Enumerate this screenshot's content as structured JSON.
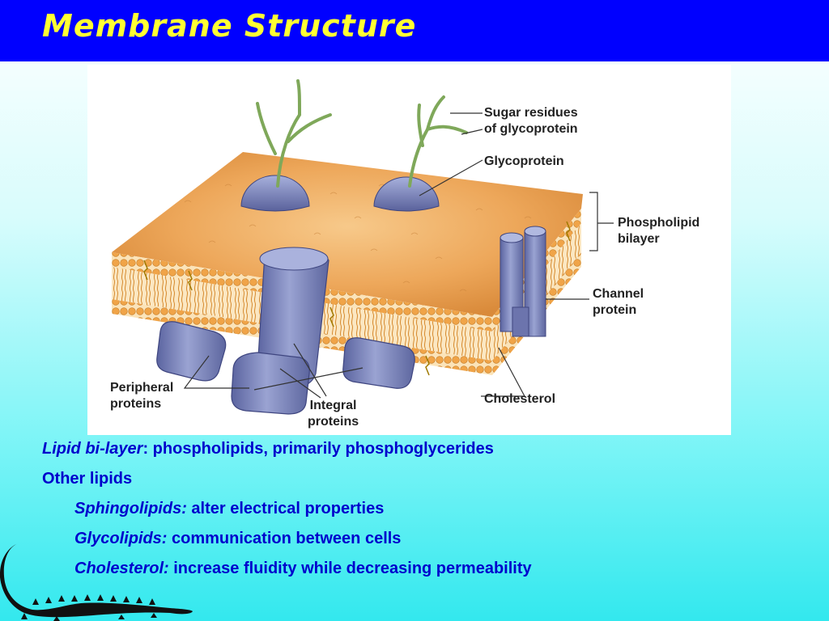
{
  "slide": {
    "title": "Membrane Structure"
  },
  "diagram": {
    "labels": {
      "sugar_line1": "Sugar residues",
      "sugar_line2": "of glycoprotein",
      "glycoprotein": "Glycoprotein",
      "phospholipid_line1": "Phospholipid",
      "phospholipid_line2": "bilayer",
      "channel_line1": "Channel",
      "channel_line2": "protein",
      "cholesterol": "Cholesterol",
      "integral_line1": "Integral",
      "integral_line2": "proteins",
      "peripheral_line1": "Peripheral",
      "peripheral_line2": "proteins"
    }
  },
  "bullets": [
    {
      "term": "Lipid bi-layer",
      "text": ": phospholipids, primarily phosphoglycerides"
    },
    {
      "term": "",
      "text": "Other lipids"
    },
    {
      "term": "Sphingolipids:",
      "text": " alter electrical properties"
    },
    {
      "term": "Glycolipids:",
      "text": " communication between cells"
    },
    {
      "term": "Cholesterol:",
      "text": " increase fluidity while decreasing permeability"
    }
  ],
  "colors": {
    "title_bar": "#0000ff",
    "title_text": "#ffff33",
    "bullet_text": "#0000cc",
    "membrane_top": "#e9a85a",
    "protein": "#7c87bd"
  }
}
